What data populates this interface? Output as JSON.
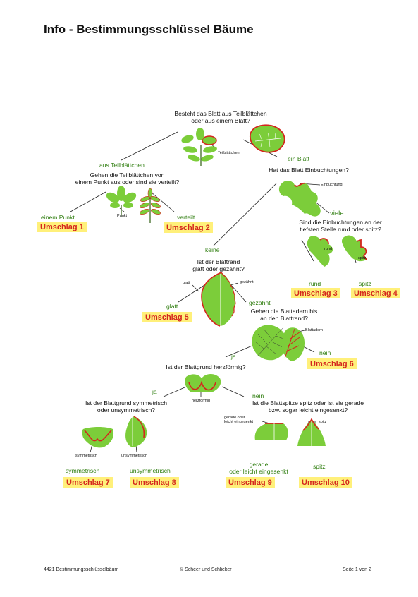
{
  "header": {
    "title": "Info - Bestimmungsschlüssel Bäume"
  },
  "questions": {
    "q1": [
      "Besteht das Blatt aus Teilblättchen",
      "oder aus einem Blatt?"
    ],
    "q2": [
      "Gehen die Teilblättchen von",
      "einem Punkt aus oder sind sie verteilt?"
    ],
    "q3": [
      "Hat das Blatt Einbuchtungen?"
    ],
    "q4": [
      "Sind die Einbuchtungen an der",
      "tiefsten Stelle rund oder spitz?"
    ],
    "q5": [
      "Ist der Blattrand",
      "glatt oder gezähnt?"
    ],
    "q6": [
      "Gehen die Blattadern bis",
      "an den Blattrand?"
    ],
    "q7": [
      "Ist der Blattgrund herzförmig?"
    ],
    "q8": [
      "Ist der Blattgrund symmetrisch",
      "oder unsymmetrisch?"
    ],
    "q9": [
      "Ist die Blattspitze spitz oder ist sie gerade",
      "bzw. sogar leicht eingesenkt?"
    ]
  },
  "answers": {
    "teilblaettchen": "aus Teilblättchen",
    "ein_blatt": "ein Blatt",
    "einem_punkt": "einem Punkt",
    "verteilt": "verteilt",
    "keine": "keine",
    "viele": "viele",
    "rund": "rund",
    "spitz": "spitz",
    "glatt": "glatt",
    "gezaehnt": "gezähnt",
    "ja_adern": "ja",
    "nein_adern": "nein",
    "ja_grund": "ja",
    "nein_grund": "nein",
    "symmetrisch": "symmetrisch",
    "unsymmetrisch": "unsymmetrisch",
    "gerade": [
      "gerade",
      "oder leicht eingesenkt"
    ],
    "spitz_spitze": "spitz"
  },
  "small_labels": {
    "teilblaettchen": "Teilblättchen",
    "einbuchtung": "Einbuchtung",
    "punkt": "Punkt",
    "rund": "rund",
    "spitz": "spitz",
    "glatt": "glatt",
    "gezaehnt": "gezähnt",
    "blattadern": "Blattadern",
    "herzfoermig": "herzförmig",
    "symmetrisch": "symmetrisch",
    "unsymmetrisch": "unsymmetrisch",
    "gerade": [
      "gerade oder",
      "leicht eingesenkt"
    ],
    "spitz_spitze": "spitz"
  },
  "covers": {
    "u1": "Umschlag 1",
    "u2": "Umschlag 2",
    "u3": "Umschlag 3",
    "u4": "Umschlag 4",
    "u5": "Umschlag 5",
    "u6": "Umschlag 6",
    "u7": "Umschlag 7",
    "u8": "Umschlag 8",
    "u9": "Umschlag 9",
    "u10": "Umschlag 10"
  },
  "footer": {
    "left": "4421 Bestimmungsschlüsselbäum",
    "center": "© Scheer und Schlieker",
    "right": "Seite 1 von 2"
  },
  "colors": {
    "leaf_fill": "#7ccd3a",
    "leaf_edge": "#d4261d",
    "cover_bg": "#fff07a",
    "cover_text": "#d4261d",
    "answer_text": "#2e7d0e"
  }
}
